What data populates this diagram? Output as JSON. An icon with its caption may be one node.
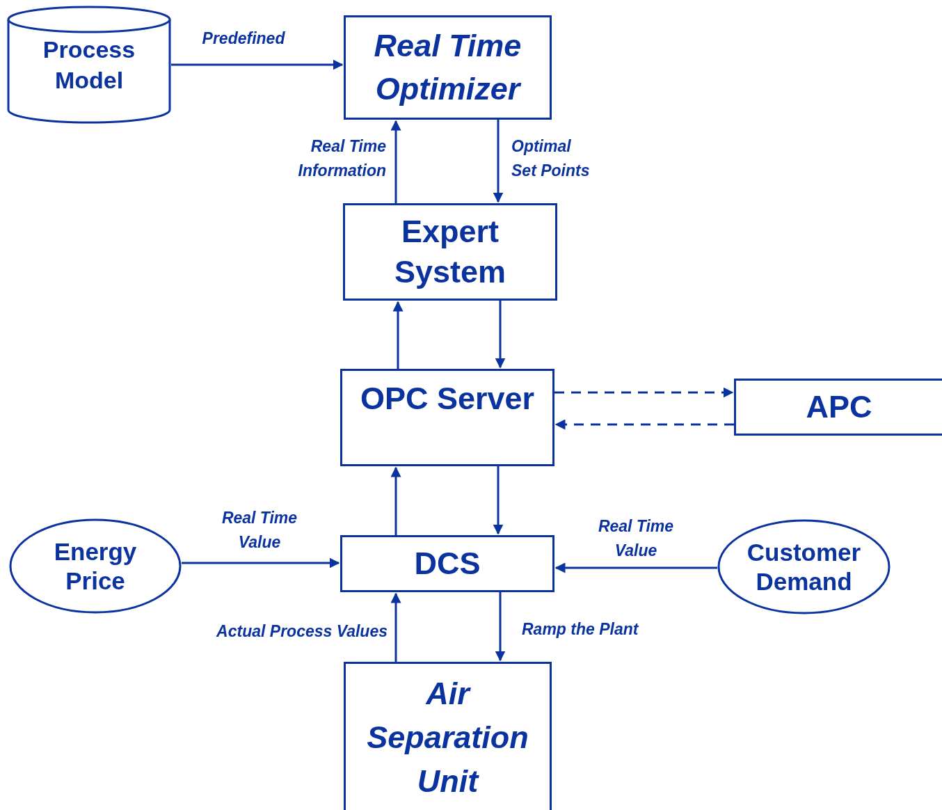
{
  "diagram": {
    "nodes": [
      {
        "text": [
          "Process Model"
        ]
      },
      {
        "text": [
          "Real Time Optimizer"
        ]
      },
      {
        "text": [
          "Expert System"
        ]
      },
      {
        "text": [
          "OPC Server"
        ]
      },
      {
        "text": [
          "APC"
        ]
      },
      {
        "text": [
          "Energy Price"
        ]
      },
      {
        "text": [
          "DCS"
        ]
      },
      {
        "text": [
          "Customer Demand"
        ]
      },
      {
        "text": [
          "Air Separation Unit"
        ]
      }
    ],
    "edges": [
      {
        "from": 0,
        "to": 1,
        "arrow": "to",
        "label": "Predefined"
      },
      {
        "from": 2,
        "to": 1,
        "arrow": "to",
        "label": "Real Time Information"
      },
      {
        "from": 1,
        "to": 2,
        "arrow": "to",
        "label": "Optimal Set Points"
      },
      {
        "from": 3,
        "to": 2,
        "arrow": "to"
      },
      {
        "from": 2,
        "to": 3,
        "arrow": "to"
      },
      {
        "from": 3,
        "to": 4,
        "arrow": "to",
        "style": "dashed"
      },
      {
        "from": 4,
        "to": 3,
        "arrow": "to",
        "style": "dashed"
      },
      {
        "from": 6,
        "to": 3,
        "arrow": "to"
      },
      {
        "from": 3,
        "to": 6,
        "arrow": "to"
      },
      {
        "from": 5,
        "to": 6,
        "arrow": "to",
        "label": "Real Time Value"
      },
      {
        "from": 7,
        "to": 6,
        "arrow": "to",
        "label": "Real Time Value"
      },
      {
        "from": 8,
        "to": 6,
        "arrow": "to",
        "label": "Actual Process Values"
      },
      {
        "from": 6,
        "to": 8,
        "arrow": "to",
        "label": "Ramp the Plant"
      }
    ]
  }
}
